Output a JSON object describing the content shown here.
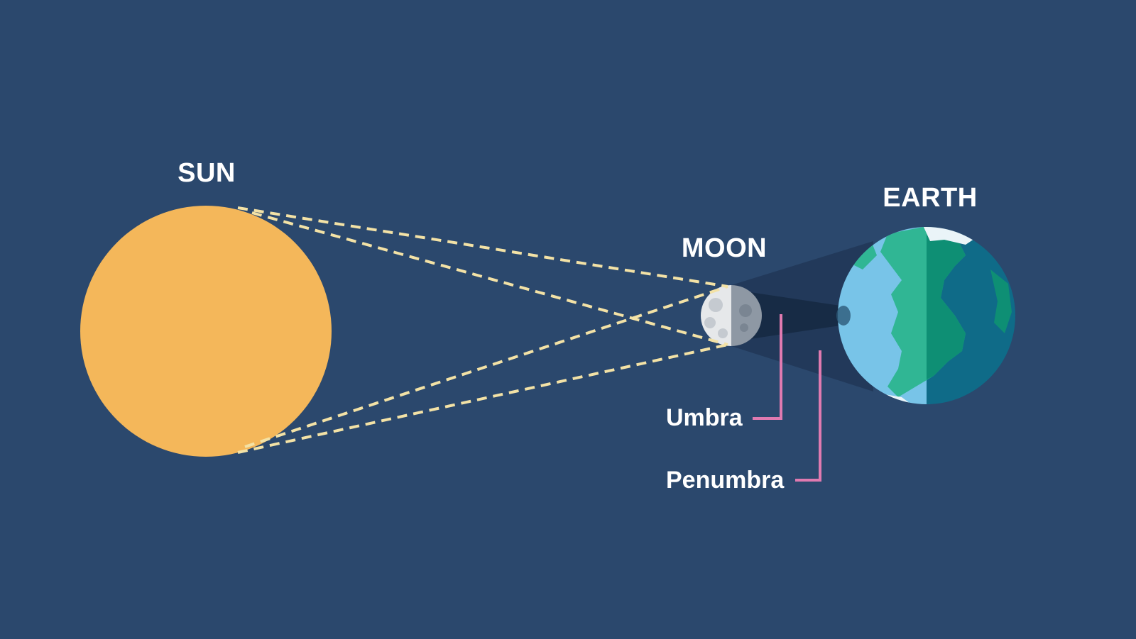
{
  "labels": {
    "sun": "SUN",
    "moon": "MOON",
    "earth": "EARTH",
    "umbra": "Umbra",
    "penumbra": "Penumbra"
  },
  "colors": {
    "background": "#2b486d",
    "sun": "#f4b75a",
    "moon_light": "#e6e8ea",
    "moon_dark": "#8e98a4",
    "earth_ocean_light": "#5fb7e0",
    "earth_ocean_dark": "#0f6b88",
    "earth_land": "#1fb08b",
    "earth_land_dark": "#0e8f74",
    "ray_line": "#f3e2a6",
    "pointer_line": "#e07ab0",
    "shadow": "#1a2b44"
  },
  "icons": [
    "sun-icon",
    "moon-icon",
    "earth-icon"
  ]
}
